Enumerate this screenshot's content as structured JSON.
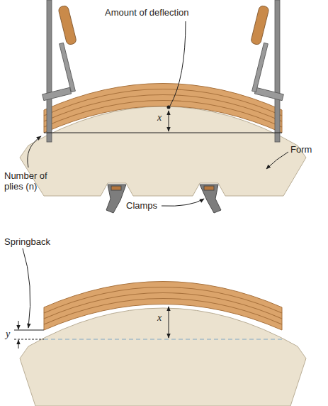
{
  "diagram": {
    "labels": [
      "Amount of deflection",
      "x",
      "Form",
      "Number of plies (n)",
      "Clamps",
      "Springback",
      "y",
      "x"
    ]
  }
}
